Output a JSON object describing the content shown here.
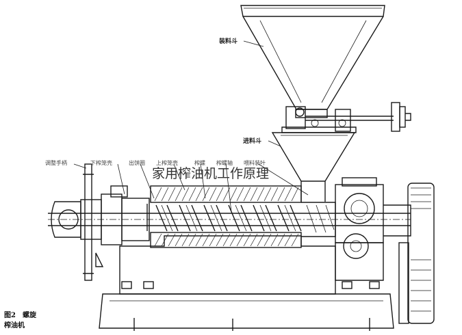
{
  "labels": {
    "hopper": "装料斗",
    "feed_hopper": "进料斗",
    "adjust_handle": "调整手柄",
    "lower_press_shell": "下榨笼壳",
    "cake_ring": "出饼圈",
    "upper_press_shell": "上榨笼壳",
    "press_screw": "榨螺",
    "screw_shaft": "榨螺轴",
    "feed_impeller": "喂料装叶"
  },
  "caption": {
    "line1": "图2　螺旋",
    "line2": "榨油机"
  },
  "overlay_title": "家用榨油机工作原理"
}
